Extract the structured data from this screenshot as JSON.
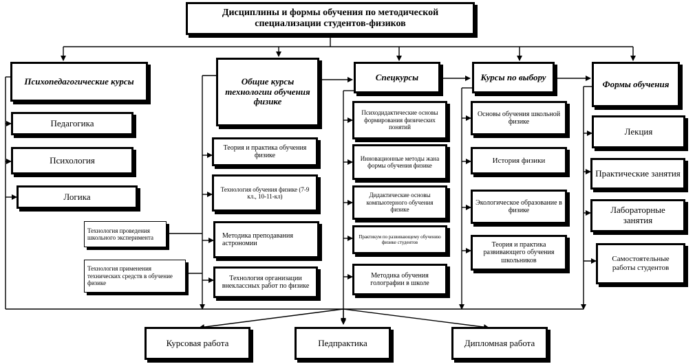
{
  "title": "Дисциплины и  формы обучения  по  методической специализации студентов-физиков",
  "categories": {
    "psycho": "Психопедагогические курсы",
    "general": "Общие курсы технологии обучения физике",
    "special": "Спецкурсы",
    "elective": "Курсы по выбору",
    "forms": "Формы обучения"
  },
  "psycho_items": [
    "Педагогика",
    "Психология",
    "Логика"
  ],
  "general_items": [
    "Теория и практика обучения физике",
    "Технология обучения физике (7-9 кл., 10-11-кл)",
    "Методика преподавания астрономии",
    "Технология организации внеклассных работ по физике"
  ],
  "general_left_items": [
    "Технология проведения школьного эксперимента",
    "Технология применения технических средств в обучение физике"
  ],
  "special_items": [
    "Психодидактические основы формирования физических понятий",
    "Инновационные методы жана формы обучения физике",
    "Дидактические основы компьютерного обучения физике",
    "Практикум по развивающему обучению физике студентов",
    "Методика обучения голографии в школе"
  ],
  "elective_items": [
    "Основы обучения школьной физике",
    "История физики",
    "Экологическое образование в физике",
    "Теория и практика развивающего обучения школьников"
  ],
  "forms_items": [
    "Лекция",
    "Практические занятия",
    "Лабораторные занятия",
    "Самостоятельные работы студентов"
  ],
  "outcomes": [
    "Курсовая работа",
    "Педпрактика",
    "Дипломная работа"
  ]
}
